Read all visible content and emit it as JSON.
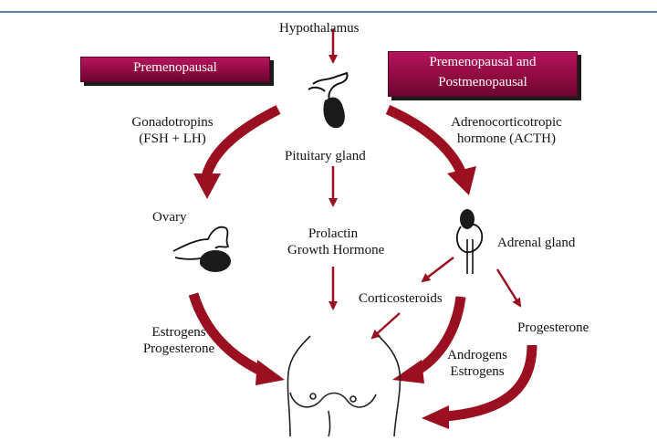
{
  "title": "Hypothalamus",
  "boxes": {
    "premenopausal": "Premenopausal",
    "both_line1": "Premenopausal and",
    "both_line2": "Postmenopausal"
  },
  "labels": {
    "gonadotropins_1": "Gonadotropins",
    "gonadotropins_2": "(FSH + LH)",
    "pituitary": "Pituitary gland",
    "acth_1": "Adrenocorticotropic",
    "acth_2": "hormone (ACTH)",
    "ovary": "Ovary",
    "prolactin_1": "Prolactin",
    "prolactin_2": "Growth Hormone",
    "adrenal": "Adrenal gland",
    "corticosteroids": "Corticosteroids",
    "progesterone": "Progesterone",
    "estrogens_1": "Estrogens",
    "estrogens_2": "Progesterone",
    "androgens_1": "Androgens",
    "androgens_2": "Estrogens"
  },
  "colors": {
    "arrow": "#9b1020",
    "box_fill": "#a01050",
    "top_rule": "#5a7fb0"
  }
}
